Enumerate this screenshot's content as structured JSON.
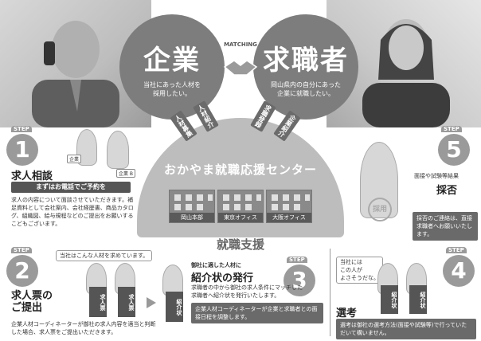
{
  "hero": {
    "company": {
      "title": "企業",
      "desc": "当社にあった人材を\n採用したい。"
    },
    "seeker": {
      "title": "求職者",
      "desc": "岡山県内の自分にあった\n企業に就職したい。"
    },
    "matching": "MATCHING"
  },
  "arrows": {
    "a1": "人材募集",
    "a2": "人材紹介",
    "a3": "求職登録",
    "a4": "企業紹介"
  },
  "center": {
    "title": "おかやま就職応援センター",
    "offices": [
      "岡山本部",
      "東京オフィス",
      "大阪オフィス"
    ],
    "support": "就職支援"
  },
  "step_label": "STEP",
  "steps": {
    "s1": {
      "num": "1",
      "title": "求人相談",
      "bar": "まずはお電話でご予約を",
      "text": "求人の内容について面談させていただきます。補足資料として会社案内、会社経歴書、商品カタログ、組織図、給与規程などのご提出をお願いするこどもございます。",
      "tag_a": "企業",
      "tag_b": "企業 B"
    },
    "s2": {
      "num": "2",
      "title": "求人票の\nご提出",
      "speech": "当社はこんな人材を求めています。",
      "sign": "求人票",
      "text": "企業人材コーディネーターが御社の求人内容を適当と判断した場合、求人票をご提出いただきます。"
    },
    "s3": {
      "num": "3",
      "pre": "御社に適した人材に",
      "title": "紹介状の発行",
      "sign": "紹介状",
      "text": "求職者の中から御社の求人条件にマッチした求職者へ紹介状を発行いたします。",
      "box": "企業人材コーディネーターが企業と求職者との面接日程を調整します。"
    },
    "s4": {
      "num": "4",
      "speech": "当社には\nこの人が\nよさそうだな。",
      "sign": "紹介状",
      "title": "選考",
      "box": "選考は御社の選考方法(面接や試験等)で行っていただいて構いません。"
    },
    "s5": {
      "num": "5",
      "pre": "面接や試験等結果",
      "title": "採否",
      "box": "採否のご連絡は、直接求職者へお願いいたします。",
      "stamp": "採用"
    }
  }
}
